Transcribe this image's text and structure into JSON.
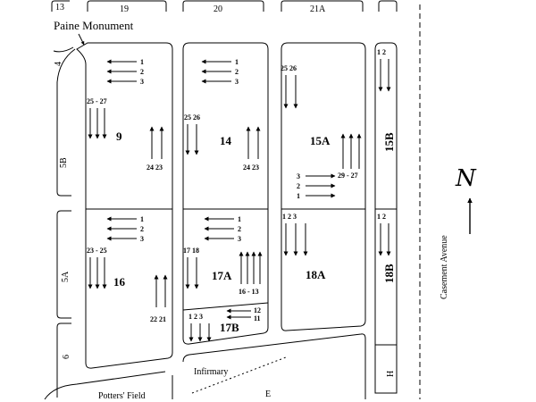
{
  "landmark": {
    "label": "Paine Monument"
  },
  "compass": {
    "label": "N"
  },
  "roads": {
    "casement": "Casement Avenue",
    "potters_field": "Potters' Field",
    "infirmary": "Infirmary",
    "e": "E",
    "h": "H"
  },
  "top_sections": [
    "13",
    "19",
    "20",
    "21A"
  ],
  "side_sections": [
    "4",
    "5B",
    "5A",
    "6"
  ],
  "sections": {
    "s9": "9",
    "s14": "14",
    "s15A": "15A",
    "s15B": "15B",
    "s16": "16",
    "s17A": "17A",
    "s17B": "17B",
    "s18A": "18A",
    "s18B": "18B"
  },
  "row_labels": {
    "b9_left": [
      "1",
      "2",
      "3"
    ],
    "b9_down": "25 - 27",
    "b9_up": "24 23",
    "b14_left": [
      "1",
      "2",
      "3"
    ],
    "b14_down": "25 26",
    "b14_up": "24 23",
    "b15_down": "25 26",
    "b15_up": "29 - 27",
    "b15_right": [
      "3",
      "2",
      "1"
    ],
    "b15b_down": "1 2",
    "b16_left": [
      "1",
      "2",
      "3"
    ],
    "b16_down": "23 - 25",
    "b16_up": "22 21",
    "b17_left": [
      "1",
      "2",
      "3"
    ],
    "b17_down": "17 18",
    "b17_up": "16 - 13",
    "b17b_left": [
      "12",
      "11"
    ],
    "b17b_down": "1  2  3",
    "b18_down": "1  2  3",
    "b18b_down": "1 2"
  }
}
